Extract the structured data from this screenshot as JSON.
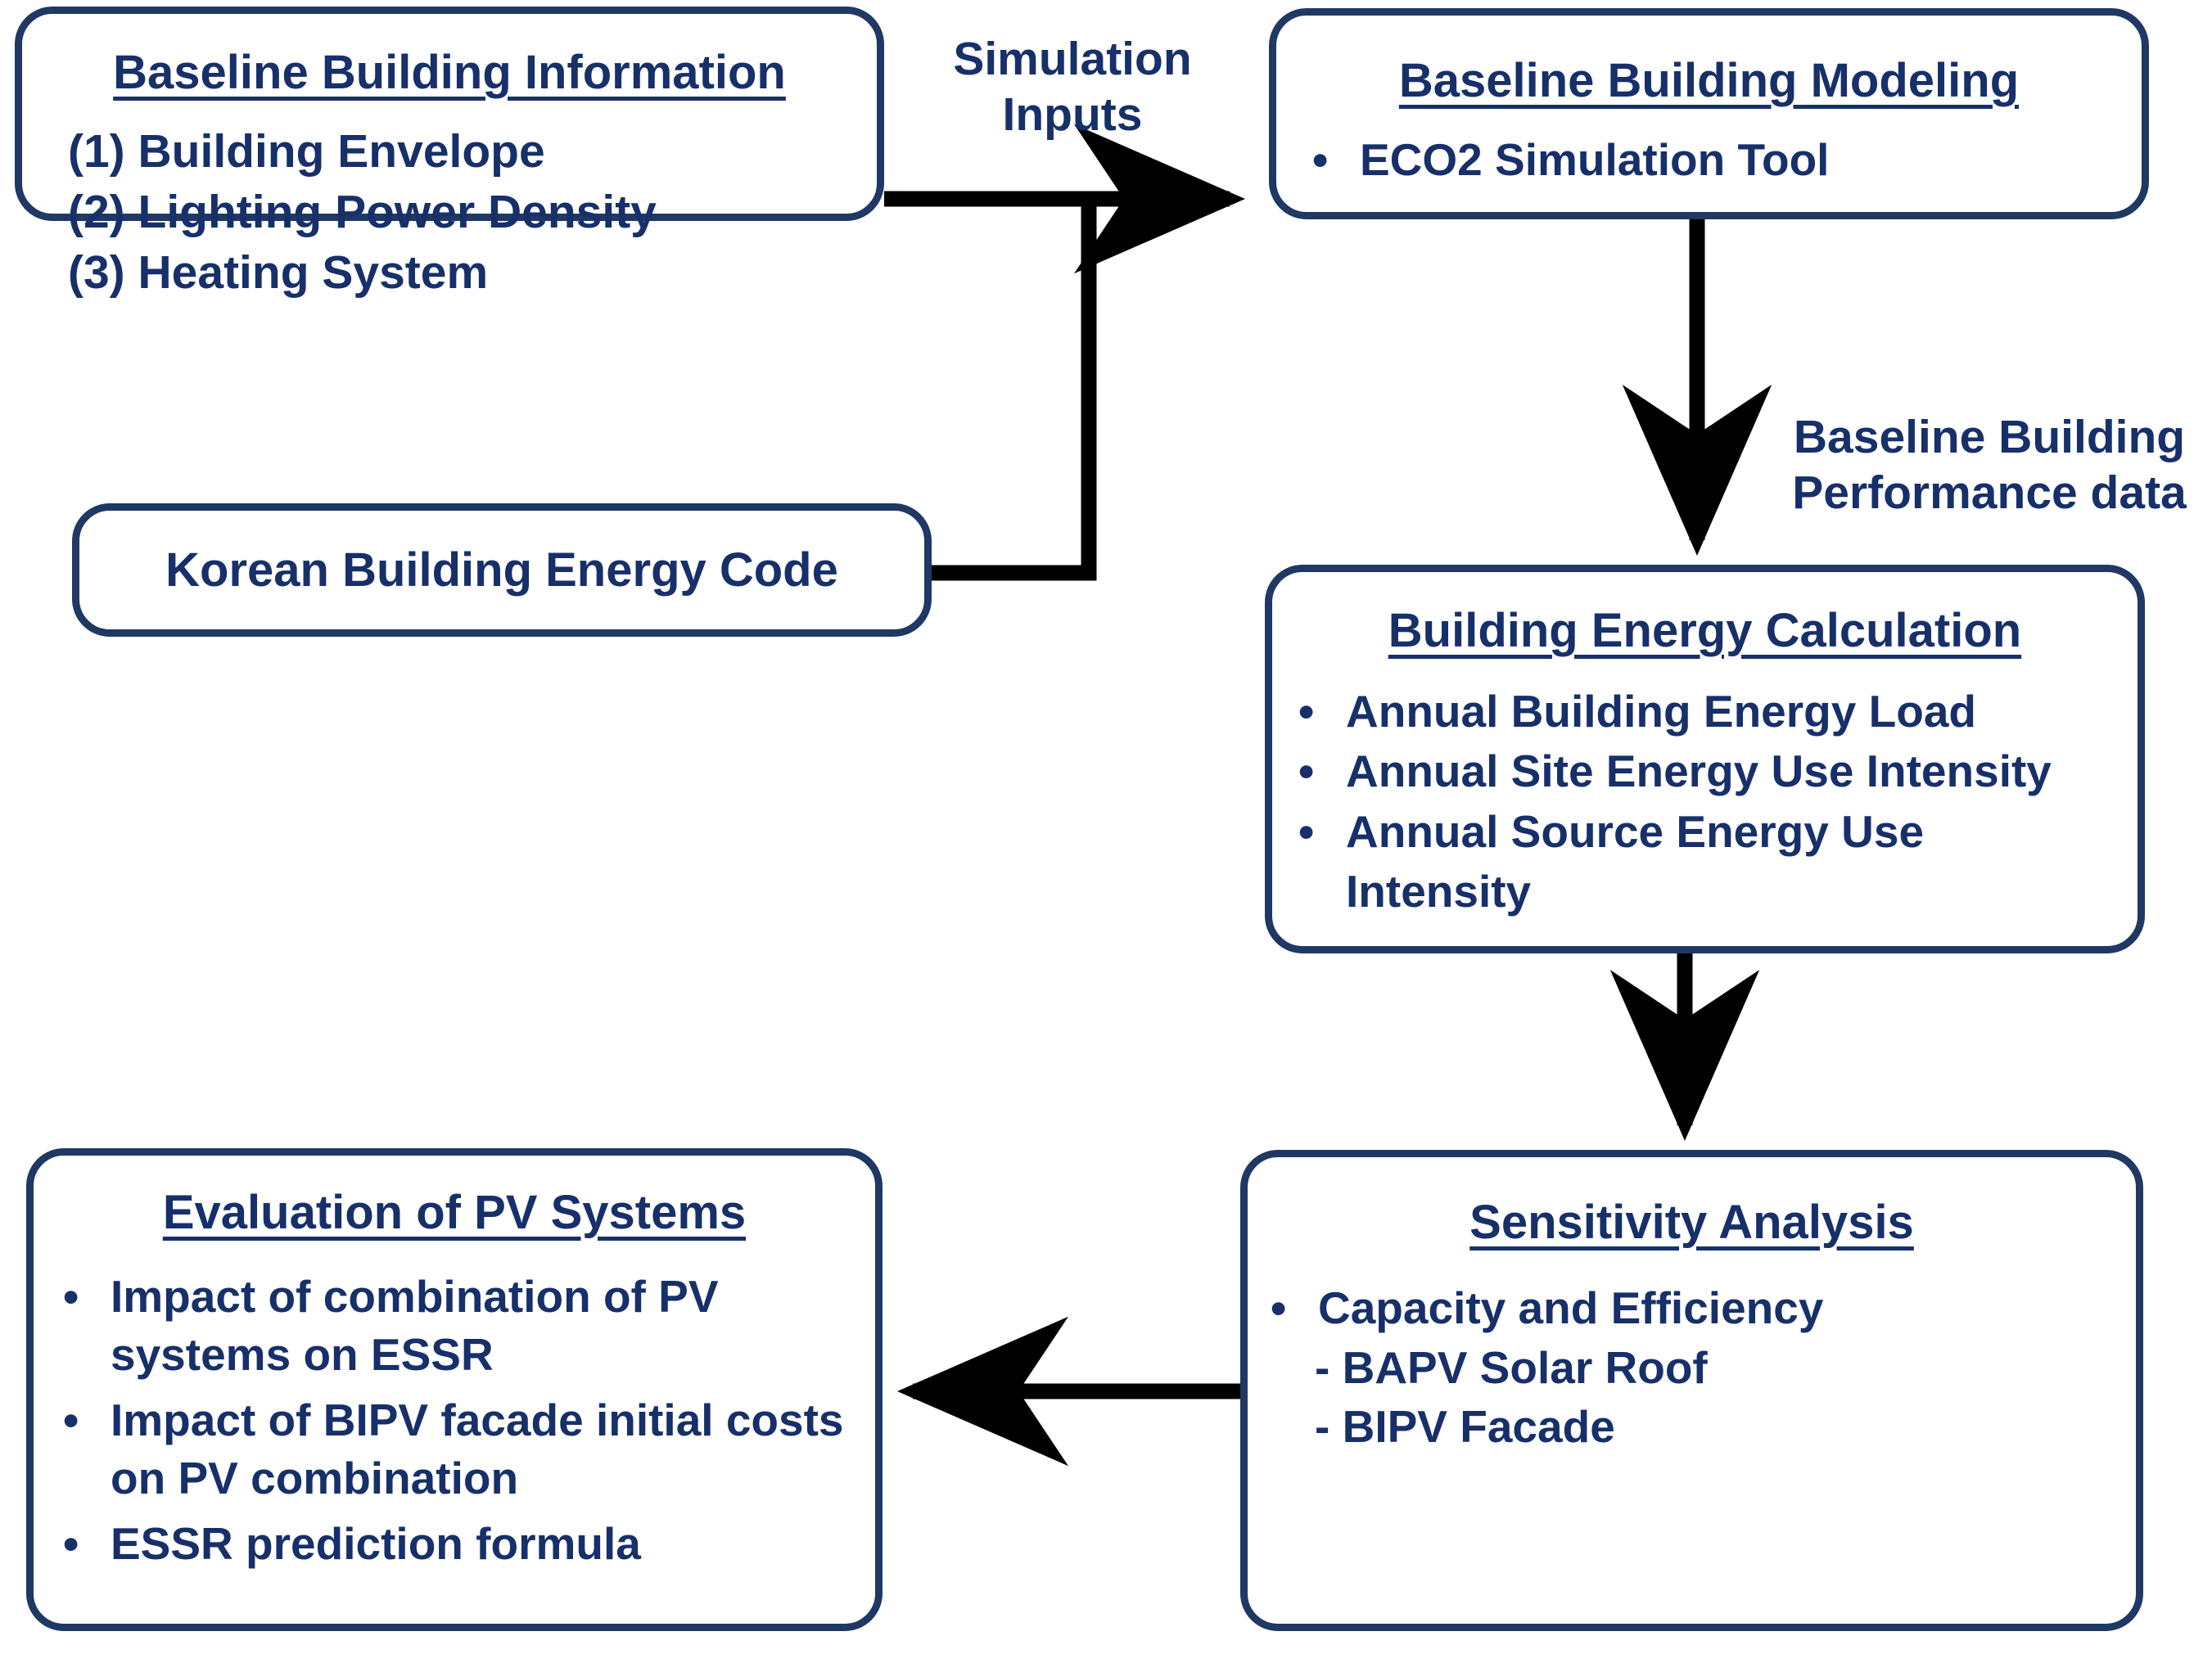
{
  "diagram": {
    "title_color": "#17306a",
    "border_color": "#1f3864",
    "arrow_color": "#000000",
    "nodes": {
      "baseline_info": {
        "title": "Baseline Building Information",
        "items": [
          "(1) Building Envelope",
          "(2) Lighting Power Density",
          "(3) Heating System"
        ]
      },
      "baseline_model": {
        "title": "Baseline Building Modeling",
        "items": [
          "ECO2 Simulation Tool"
        ],
        "bullet_char": "•"
      },
      "korean_code": {
        "label": "Korean Building Energy Code"
      },
      "energy_calc": {
        "title": "Building Energy Calculation",
        "items": [
          "Annual Building Energy Load",
          "Annual Site Energy Use Intensity",
          "Annual Source Energy Use"
        ],
        "item3_wrap": "Intensity",
        "bullet_char": "•"
      },
      "sensitivity": {
        "title": "Sensitivity Analysis",
        "items": [
          "Capacity and Efficiency"
        ],
        "sub_items": [
          "-  BAPV Solar Roof",
          "-  BIPV Facade"
        ],
        "bullet_char": "•"
      },
      "evaluation": {
        "title": "Evaluation of PV Systems",
        "items": [
          "Impact of combination of PV systems on ESSR",
          "Impact of BIPV facade initial costs on PV combination",
          "ESSR prediction formula"
        ],
        "bullet_char": "•"
      }
    },
    "edge_labels": {
      "simulation_inputs_line1": "Simulation",
      "simulation_inputs_line2": "Inputs",
      "performance_data_line1": "Baseline Building",
      "performance_data_line2": "Performance data"
    }
  }
}
